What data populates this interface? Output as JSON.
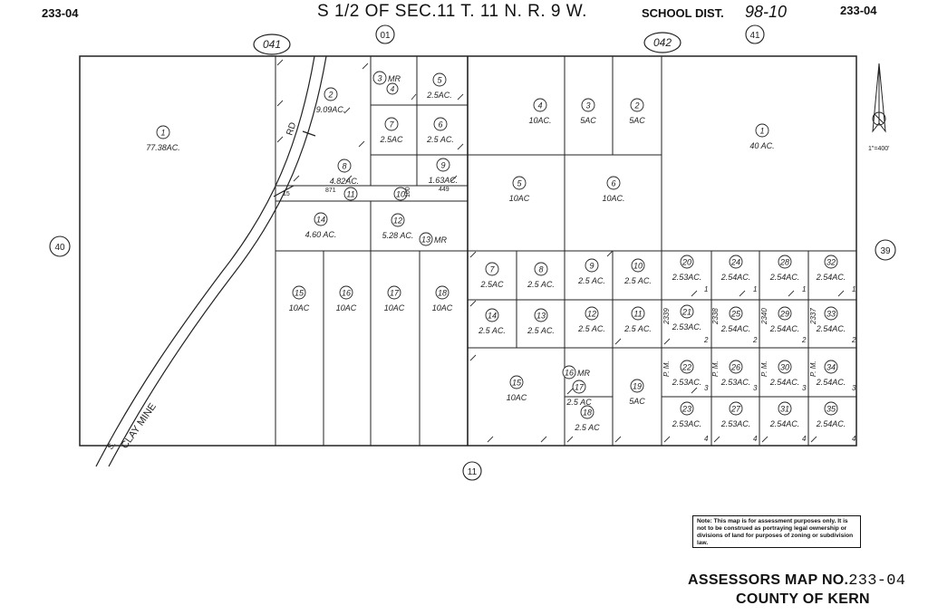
{
  "header": {
    "map_id_left": "233-04",
    "title": "S 1/2 OF SEC.11 T. 11 N. R. 9 W.",
    "school_dist_label": "SCHOOL DIST.",
    "school_dist_value": "98-10",
    "map_id_right": "233-04"
  },
  "book_labels": {
    "b041": "041",
    "b042": "042",
    "b01": "01",
    "b41": "41",
    "b40": "40",
    "b39": "39",
    "b11": "11"
  },
  "road_labels": {
    "rd": "RD",
    "clay_mine": "CLAY MINE",
    "s_prefix": "S."
  },
  "north_arrow": {
    "symbol": "north-arrow",
    "scale": "1\"=400'"
  },
  "parcels": [
    {
      "id": "p1w",
      "num": "1",
      "area": "77.38AC."
    },
    {
      "id": "p2w",
      "num": "2",
      "area": "9.09AC."
    },
    {
      "id": "p3w",
      "num": "3",
      "suffix": "MR",
      "sub": "4"
    },
    {
      "id": "p5w",
      "num": "5",
      "area": "2.5AC."
    },
    {
      "id": "p7w",
      "num": "7",
      "area": "2.5AC"
    },
    {
      "id": "p6w",
      "num": "6",
      "area": "2.5 AC."
    },
    {
      "id": "p8w",
      "num": "8",
      "area": "4.82AC."
    },
    {
      "id": "p9w",
      "num": "9",
      "area": "1.63AC."
    },
    {
      "id": "p11w",
      "num": "11"
    },
    {
      "id": "p10w",
      "num": "10"
    },
    {
      "id": "p14w",
      "num": "14",
      "area": "4.60 AC."
    },
    {
      "id": "p12w",
      "num": "12",
      "area": "5.28 AC."
    },
    {
      "id": "p13w",
      "num": "13",
      "suffix": "MR"
    },
    {
      "id": "p15w",
      "num": "15",
      "area": "10AC"
    },
    {
      "id": "p16w",
      "num": "16",
      "area": "10AC"
    },
    {
      "id": "p17w",
      "num": "17",
      "area": "10AC"
    },
    {
      "id": "p18w",
      "num": "18",
      "area": "10AC"
    },
    {
      "id": "p4e",
      "num": "4",
      "area": "10AC."
    },
    {
      "id": "p3e",
      "num": "3",
      "area": "5AC"
    },
    {
      "id": "p2e",
      "num": "2",
      "area": "5AC"
    },
    {
      "id": "p1e",
      "num": "1",
      "area": "40 AC."
    },
    {
      "id": "p5e",
      "num": "5",
      "area": "10AC"
    },
    {
      "id": "p6e",
      "num": "6",
      "area": "10AC."
    },
    {
      "id": "p7e",
      "num": "7",
      "area": "2.5AC"
    },
    {
      "id": "p8e",
      "num": "8",
      "area": "2.5 AC."
    },
    {
      "id": "p9e",
      "num": "9",
      "area": "2.5 AC."
    },
    {
      "id": "p10e",
      "num": "10",
      "area": "2.5 AC."
    },
    {
      "id": "p14e",
      "num": "14",
      "area": "2.5 AC."
    },
    {
      "id": "p13e",
      "num": "13",
      "area": "2.5 AC."
    },
    {
      "id": "p12e",
      "num": "12",
      "area": "2.5 AC."
    },
    {
      "id": "p11e",
      "num": "11",
      "area": "2.5 AC."
    },
    {
      "id": "p15e",
      "num": "15",
      "area": "10AC"
    },
    {
      "id": "p16e",
      "num": "16",
      "suffix": "MR"
    },
    {
      "id": "p17e",
      "num": "17",
      "area": "2.5 AC"
    },
    {
      "id": "p18e",
      "num": "18",
      "area": "2.5 AC"
    },
    {
      "id": "p19e",
      "num": "19",
      "area": "5AC"
    },
    {
      "id": "p20e",
      "num": "20",
      "area": "2.53AC."
    },
    {
      "id": "p24e",
      "num": "24",
      "area": "2.54AC."
    },
    {
      "id": "p28e",
      "num": "28",
      "area": "2.54AC."
    },
    {
      "id": "p32e",
      "num": "32",
      "area": "2.54AC."
    },
    {
      "id": "p21e",
      "num": "21",
      "area": "2.53AC."
    },
    {
      "id": "p25e",
      "num": "25",
      "area": "2.54AC."
    },
    {
      "id": "p29e",
      "num": "29",
      "area": "2.54AC."
    },
    {
      "id": "p33e",
      "num": "33",
      "area": "2.54AC."
    },
    {
      "id": "p22e",
      "num": "22",
      "area": "2.53AC."
    },
    {
      "id": "p26e",
      "num": "26",
      "area": "2.53AC."
    },
    {
      "id": "p30e",
      "num": "30",
      "area": "2.54AC."
    },
    {
      "id": "p34e",
      "num": "34",
      "area": "2.54AC."
    },
    {
      "id": "p23e",
      "num": "23",
      "area": "2.53AC."
    },
    {
      "id": "p27e",
      "num": "27",
      "area": "2.53AC."
    },
    {
      "id": "p31e",
      "num": "31",
      "area": "2.54AC."
    },
    {
      "id": "p35e",
      "num": "35",
      "area": "2.54AC."
    }
  ],
  "lot_numbers": [
    "1",
    "2",
    "3",
    "4"
  ],
  "parcel_maps": [
    "2339",
    "2338",
    "2340",
    "2337"
  ],
  "pm_label": "P. M.",
  "small_dims": [
    "15",
    "871",
    "100",
    "449"
  ],
  "note": "Note: This map is for assessment purposes only. It is not to be construed as portraying legal ownership or divisions of land for purposes of zoning or subdivision law.",
  "footer": {
    "title": "ASSESSORS MAP NO.",
    "map_no": "233-04",
    "county": "COUNTY OF KERN"
  }
}
